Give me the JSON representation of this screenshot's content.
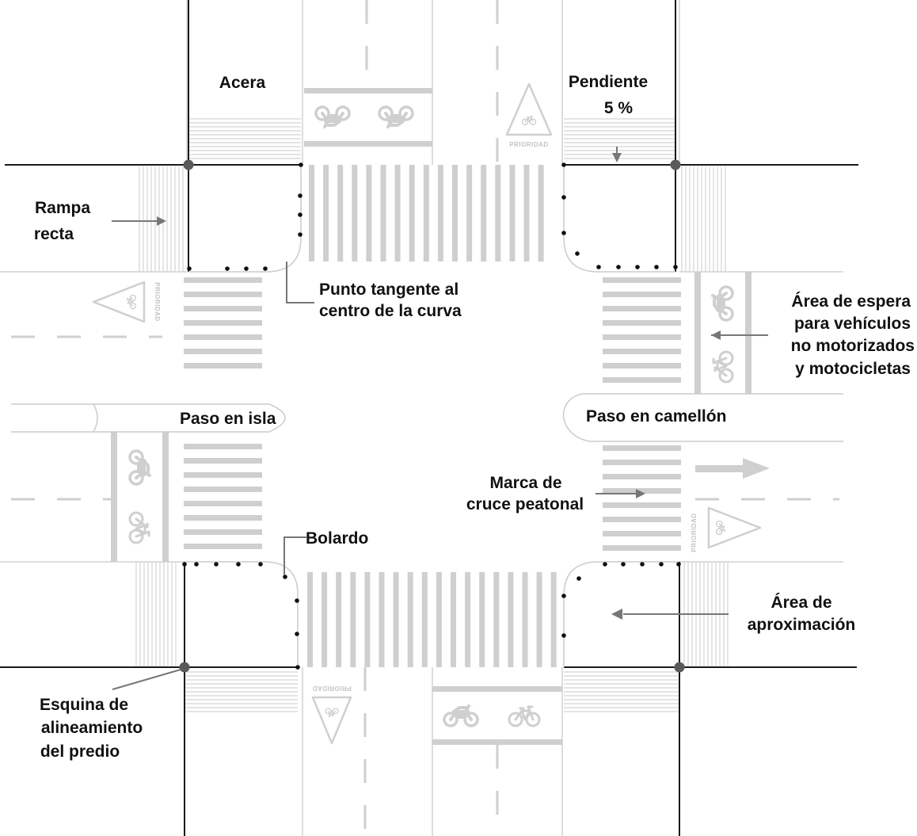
{
  "colors": {
    "background": "#ffffff",
    "paint": "#cfcfcf",
    "faint_lines": "#d2d2d2",
    "curb": "#1a1a1a",
    "leader": "#777777",
    "text": "#111111",
    "dot": "#111111",
    "corner_dot": "#5a5a5a"
  },
  "labels": {
    "acera": "Acera",
    "pendiente_1": "Pendiente",
    "pendiente_2": "5 %",
    "rampa_1": "Rampa",
    "rampa_2": "recta",
    "punto_1": "Punto tangente al",
    "punto_2": "centro de la curva",
    "espera_1": "Área de espera",
    "espera_2": "para vehículos",
    "espera_3": "no motorizados",
    "espera_4": "y motocicletas",
    "paso_isla": "Paso en isla",
    "paso_camellon": "Paso en camellón",
    "marca_1": "Marca de",
    "marca_2": "cruce peatonal",
    "bolardo": "Bolardo",
    "aprox_1": "Área de",
    "aprox_2": "aproximación",
    "esquina_1": "Esquina de",
    "esquina_2": "alineamiento",
    "esquina_3": "del predio"
  },
  "markings": {
    "priority_text": "PRIORIDAD",
    "bike_icon": "bicycle-icon",
    "moto_icon": "motorcycle-icon",
    "arrow_icon": "direction-arrow-icon"
  }
}
